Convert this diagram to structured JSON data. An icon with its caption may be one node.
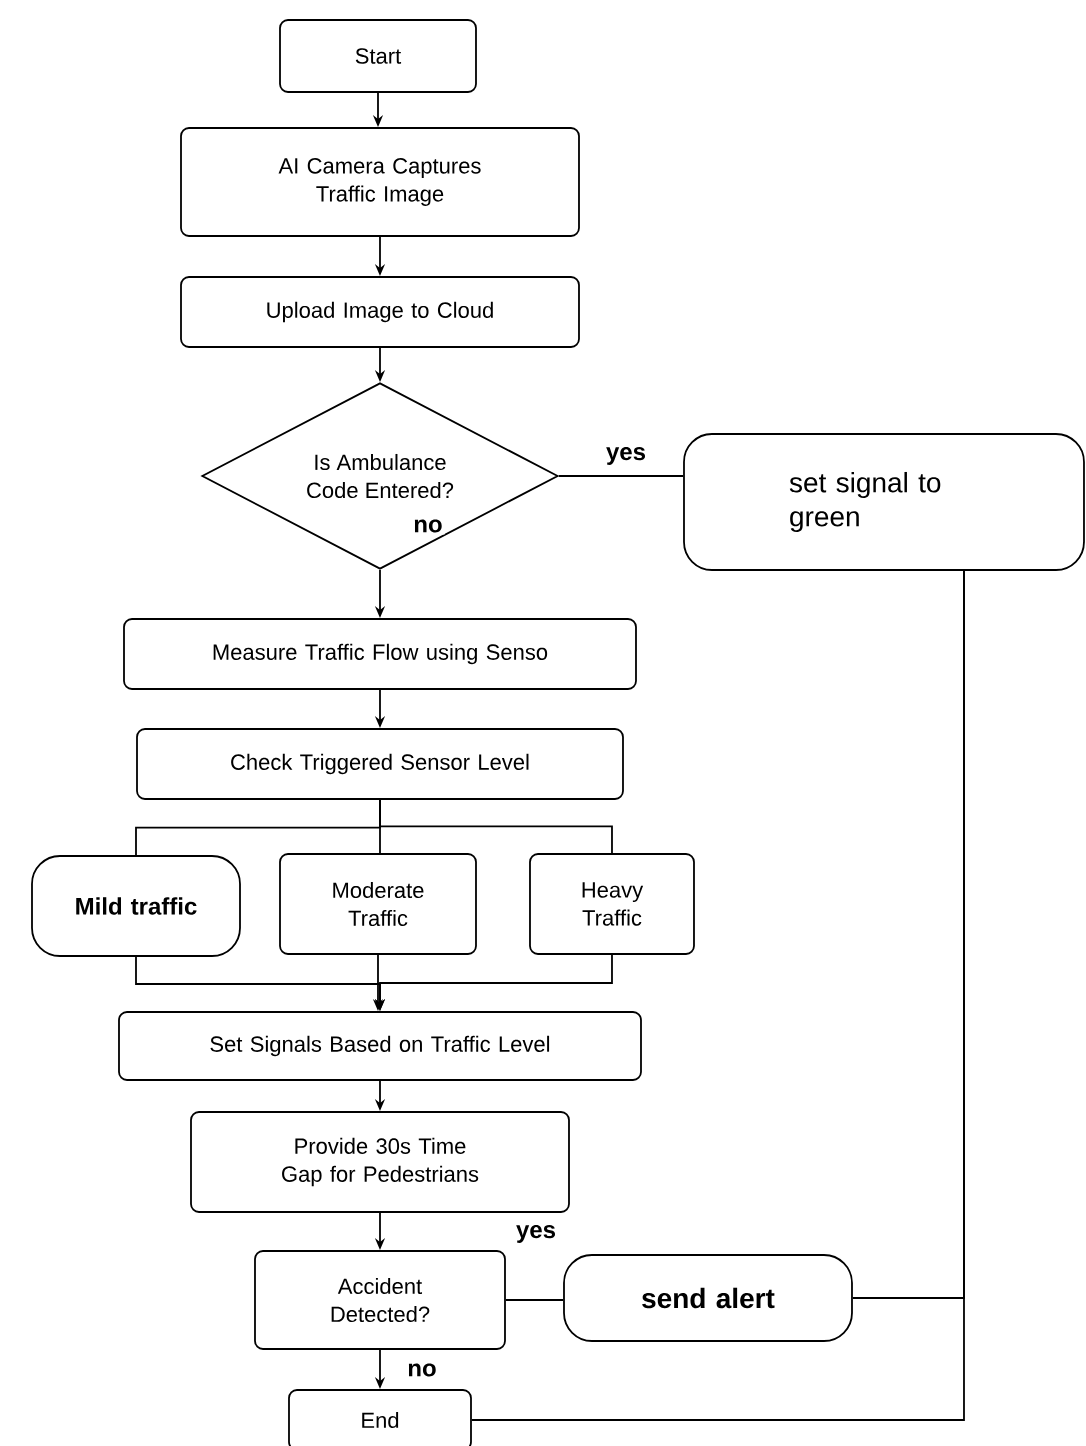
{
  "diagram": {
    "nodes": [
      {
        "text": [
          "Start"
        ]
      },
      {
        "text": [
          "AI Camera Captures Traffic Image"
        ]
      },
      {
        "text": [
          "Upload Image to Cloud"
        ]
      },
      {
        "text": [
          "Is Ambulance Code Entered?"
        ]
      },
      {
        "text": [
          "set signal to green"
        ]
      },
      {
        "text": [
          "Measure Traffic Flow using Senso"
        ]
      },
      {
        "text": [
          "Check Triggered Sensor Level"
        ]
      },
      {
        "text": [
          "Mild traffic"
        ]
      },
      {
        "text": [
          "Moderate Traffic"
        ]
      },
      {
        "text": [
          "Heavy Traffic"
        ]
      },
      {
        "text": [
          "Set Signals Based on Traffic Level"
        ]
      },
      {
        "text": [
          "Provide 30s Time Gap for Pedestrians"
        ]
      },
      {
        "text": [
          "Accident Detected?"
        ]
      },
      {
        "text": [
          "send alert"
        ]
      },
      {
        "text": [
          "End"
        ]
      }
    ],
    "edges": [
      {
        "from": 0,
        "to": 1,
        "arrow": "to"
      },
      {
        "from": 1,
        "to": 2,
        "arrow": "to"
      },
      {
        "from": 2,
        "to": 3,
        "arrow": "to"
      },
      {
        "from": 3,
        "to": 4,
        "arrow": "none",
        "label": "yes"
      },
      {
        "from": 3,
        "to": 5,
        "arrow": "to",
        "label": "no"
      },
      {
        "from": 5,
        "to": 6,
        "arrow": "to"
      },
      {
        "from": 6,
        "to": 7,
        "arrow": "none"
      },
      {
        "from": 6,
        "to": 8,
        "arrow": "none"
      },
      {
        "from": 6,
        "to": 9,
        "arrow": "none"
      },
      {
        "from": 7,
        "to": 10,
        "arrow": "to"
      },
      {
        "from": 8,
        "to": 10,
        "arrow": "to"
      },
      {
        "from": 9,
        "to": 10,
        "arrow": "to"
      },
      {
        "from": 10,
        "to": 11,
        "arrow": "to"
      },
      {
        "from": 11,
        "to": 12,
        "arrow": "to"
      },
      {
        "from": 12,
        "to": 13,
        "arrow": "none",
        "label": "yes"
      },
      {
        "from": 12,
        "to": 14,
        "arrow": "to",
        "label": "no"
      },
      {
        "from": 13,
        "to": 4,
        "arrow": "none"
      },
      {
        "from": 14,
        "to": 4,
        "arrow": "none"
      }
    ]
  }
}
